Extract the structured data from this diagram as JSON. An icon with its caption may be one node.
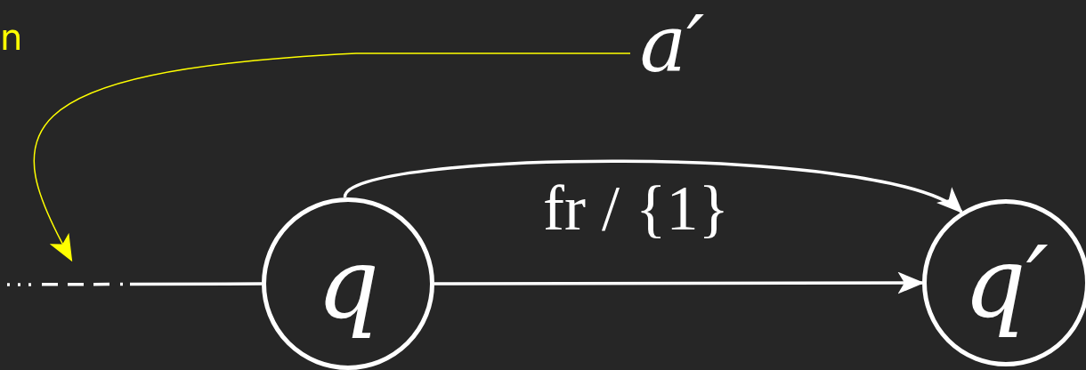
{
  "diagram": {
    "nodes": [
      {
        "text": [
          "a′"
        ]
      },
      {
        "text": [
          "q"
        ]
      },
      {
        "text": [
          "q′"
        ]
      }
    ],
    "edges": [
      {
        "from": null,
        "to": 1,
        "arrow": "none",
        "style": "dashed"
      },
      {
        "from": 1,
        "to": 2,
        "arrow": "to",
        "label": "fr / {1}"
      },
      {
        "from": 1,
        "to": 2,
        "arrow": "to"
      },
      {
        "from": 0,
        "to": null,
        "arrow": "to",
        "color": "#ffff00"
      }
    ],
    "labels": [
      "n"
    ]
  }
}
